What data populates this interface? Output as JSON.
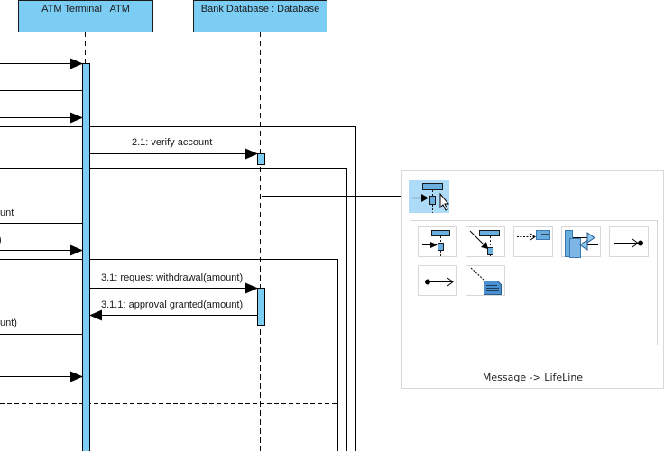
{
  "diagram": {
    "type": "sequence-diagram",
    "colors": {
      "lifeline_fill": "#7ccdf4",
      "activation_fill": "#7ccdf4",
      "line": "#000000",
      "popup_border": "#d8d8d8",
      "popup_selected": "#aedcf8",
      "icon_blue": "#6aaee0"
    },
    "lifelines": [
      {
        "id": "atm",
        "label": "ATM Terminal : ATM"
      },
      {
        "id": "db",
        "label": "Bank Database : Database"
      }
    ],
    "messages": [
      {
        "label": "",
        "from": "offscreen-left",
        "to": "atm",
        "kind": "sync"
      },
      {
        "label": "",
        "from": "atm",
        "to": "offscreen-left",
        "kind": "return-line"
      },
      {
        "label": "",
        "from": "offscreen-left",
        "to": "atm",
        "kind": "sync"
      },
      {
        "label": "2.1: verify account",
        "from": "atm",
        "to": "db",
        "kind": "sync"
      },
      {
        "label": "unt",
        "from": "atm",
        "to": "offscreen-left",
        "kind": "return-line",
        "truncated": true
      },
      {
        "label": ")",
        "from": "offscreen-left",
        "to": "atm",
        "kind": "sync",
        "truncated": true
      },
      {
        "label": "3.1: request withdrawal(amount)",
        "from": "atm",
        "to": "db",
        "kind": "sync"
      },
      {
        "label": "3.1.1: approval granted(amount)",
        "from": "db",
        "to": "atm",
        "kind": "reply"
      },
      {
        "label": "unt)",
        "from": "atm",
        "to": "offscreen-left",
        "kind": "return-line",
        "truncated": true
      },
      {
        "label": "",
        "from": "offscreen-left",
        "to": "atm",
        "kind": "sync"
      },
      {
        "label": "",
        "from": "atm",
        "to": "offscreen-left",
        "kind": "return-line"
      }
    ]
  },
  "resource_popup": {
    "primary_action": {
      "name": "message-to-lifeline",
      "icon": "message-to-lifeline-icon",
      "selected": true
    },
    "items": [
      {
        "icon": "message-to-lifeline-icon"
      },
      {
        "icon": "create-message-icon"
      },
      {
        "icon": "self-message-icon"
      },
      {
        "icon": "duration-message-icon"
      },
      {
        "icon": "lost-message-icon"
      },
      {
        "icon": "found-message-icon"
      },
      {
        "icon": "note-icon"
      }
    ],
    "caption": "Message -> LifeLine"
  }
}
